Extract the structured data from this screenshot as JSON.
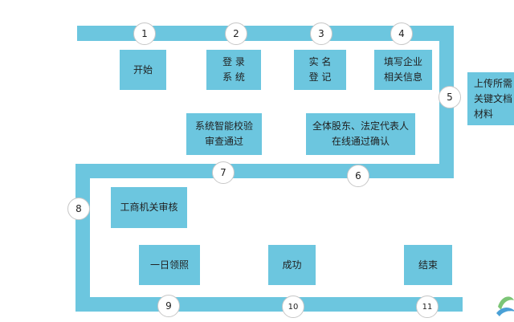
{
  "steps": [
    {
      "num": "1",
      "label": "开始"
    },
    {
      "num": "2",
      "label": "登  录\n系  统"
    },
    {
      "num": "3",
      "label": "实  名\n登  记"
    },
    {
      "num": "4",
      "label": "填写企业\n相关信息"
    },
    {
      "num": "5",
      "label": "上传所需\n关键文档\n材料"
    },
    {
      "num": "6",
      "label": "全体股东、法定代表人\n在线通过确认"
    },
    {
      "num": "7",
      "label": "系统智能校验\n审查通过"
    },
    {
      "num": "8",
      "label": "工商机关审核"
    },
    {
      "num": "9",
      "label": "一日领照"
    },
    {
      "num": "10",
      "label": "成功"
    },
    {
      "num": "11",
      "label": "结束"
    }
  ],
  "colors": {
    "track": "#6cc6df",
    "box": "#6cc6df",
    "node_border": "#c7c7c7"
  },
  "icons": [
    "logo-icon"
  ]
}
